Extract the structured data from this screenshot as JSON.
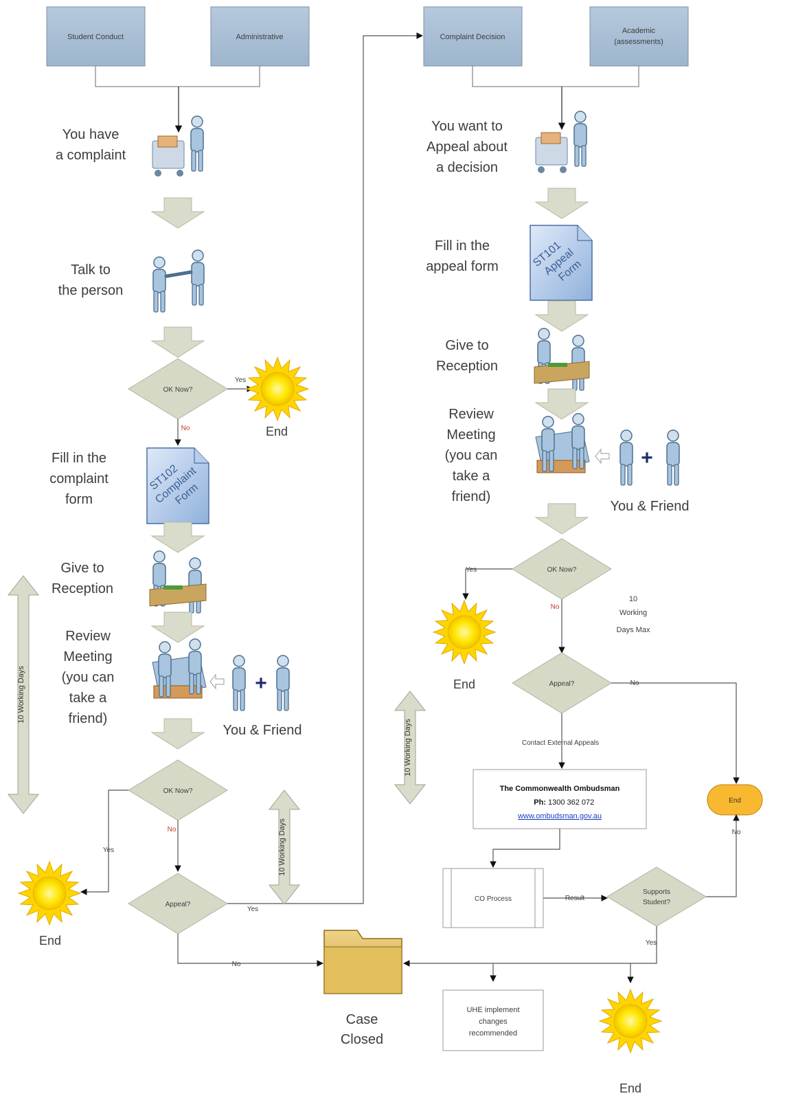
{
  "top_left": {
    "categories": [
      "Student Conduct",
      "Administrative"
    ]
  },
  "top_right": {
    "categories": [
      "Complaint Decision",
      "Academic",
      "(assessments)"
    ]
  },
  "left_flow": {
    "step1": [
      "You have",
      "a complaint"
    ],
    "step2": [
      "Talk to",
      "the person"
    ],
    "decision1": "OK Now?",
    "yes1": "Yes",
    "end1": "End",
    "no1": "No",
    "step3": [
      "Fill in the",
      "complaint",
      "form"
    ],
    "form": [
      "ST102",
      "Complaint",
      "Form"
    ],
    "step4": [
      "Give to",
      "Reception"
    ],
    "step5": [
      "Review",
      "Meeting",
      "(you can",
      "take a",
      "friend)"
    ],
    "friend": "You & Friend",
    "decision2": "OK Now?",
    "no2": "No",
    "yes2": "Yes",
    "end2": "End",
    "decision3": "Appeal?",
    "yes3": "Yes",
    "no3": "No",
    "duration": "10 Working Days",
    "duration2": "10 Working Days"
  },
  "right_flow": {
    "step1": [
      "You want to",
      "Appeal about",
      "a decision"
    ],
    "step2": [
      "Fill in the",
      "appeal form"
    ],
    "form": [
      "ST101",
      "Appeal",
      "Form"
    ],
    "step3": [
      "Give to",
      "Reception"
    ],
    "step4": [
      "Review",
      "Meeting",
      "(you can",
      "take a",
      "friend)"
    ],
    "friend": "You & Friend",
    "decision1": "OK Now?",
    "yes1": "Yes",
    "no1": "No",
    "end1": "End",
    "max_note": [
      "10",
      "Working",
      "Days Max"
    ],
    "decision2": "Appeal?",
    "no2": "No",
    "contact": "Contact External Appeals",
    "ombudsman": {
      "name": "The Commonwealth Ombudsman",
      "phone_label": "Ph:",
      "phone": "1300 362 072",
      "url": "www.ombudsman.gov.au"
    },
    "terminal": "End",
    "no3": "No",
    "process": "CO Process",
    "result": "Result",
    "decision3": [
      "Supports",
      "Student?"
    ],
    "yes3": "Yes",
    "duration": "10 Working Days"
  },
  "bottom": {
    "case_closed": [
      "Case",
      "Closed"
    ],
    "uhe": [
      "UHE implement",
      "changes",
      "recommended"
    ],
    "end": "End"
  },
  "colors": {
    "box_fill": "#a9bfd6",
    "diamond_fill": "#d6d9c6",
    "arrow_fill": "#d9dccb",
    "terminal_fill": "#f8b830",
    "sun": "#ffe600",
    "folder": "#d8b04a",
    "no_color": "#c0392b"
  }
}
